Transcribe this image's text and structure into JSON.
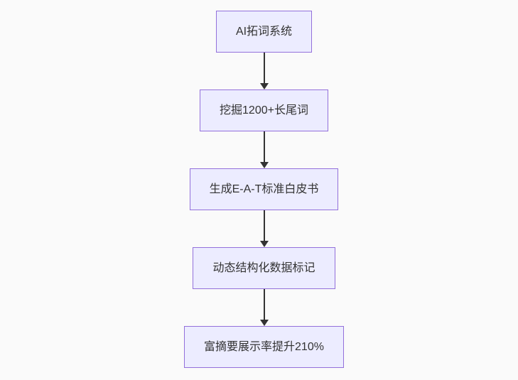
{
  "page": {
    "background_color": "#fafafa"
  },
  "diagram": {
    "type": "flowchart",
    "direction": "top-down",
    "nodes": [
      {
        "id": "A",
        "label": "AI拓词系统"
      },
      {
        "id": "B",
        "label": "挖掘1200+长尾词"
      },
      {
        "id": "C",
        "label": "生成E-A-T标准白皮书"
      },
      {
        "id": "D",
        "label": "动态结构化数据标记"
      },
      {
        "id": "E",
        "label": "富摘要展示率提升210%"
      }
    ],
    "edges": [
      {
        "from": "A",
        "to": "B"
      },
      {
        "from": "B",
        "to": "C"
      },
      {
        "from": "C",
        "to": "D"
      },
      {
        "from": "D",
        "to": "E"
      }
    ],
    "style": {
      "node_fill": "#ececff",
      "node_border": "#9370db",
      "text_color": "#333333",
      "arrow_color": "#333333"
    }
  }
}
